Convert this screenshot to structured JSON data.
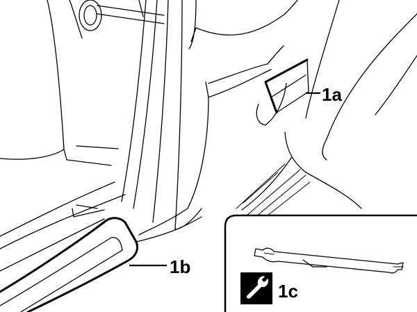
{
  "callouts": {
    "a": "1a",
    "b": "1b",
    "c": "1c"
  },
  "icons": {
    "tool": "wrench-icon"
  },
  "colors": {
    "ink": "#000000",
    "paper": "#ffffff"
  }
}
